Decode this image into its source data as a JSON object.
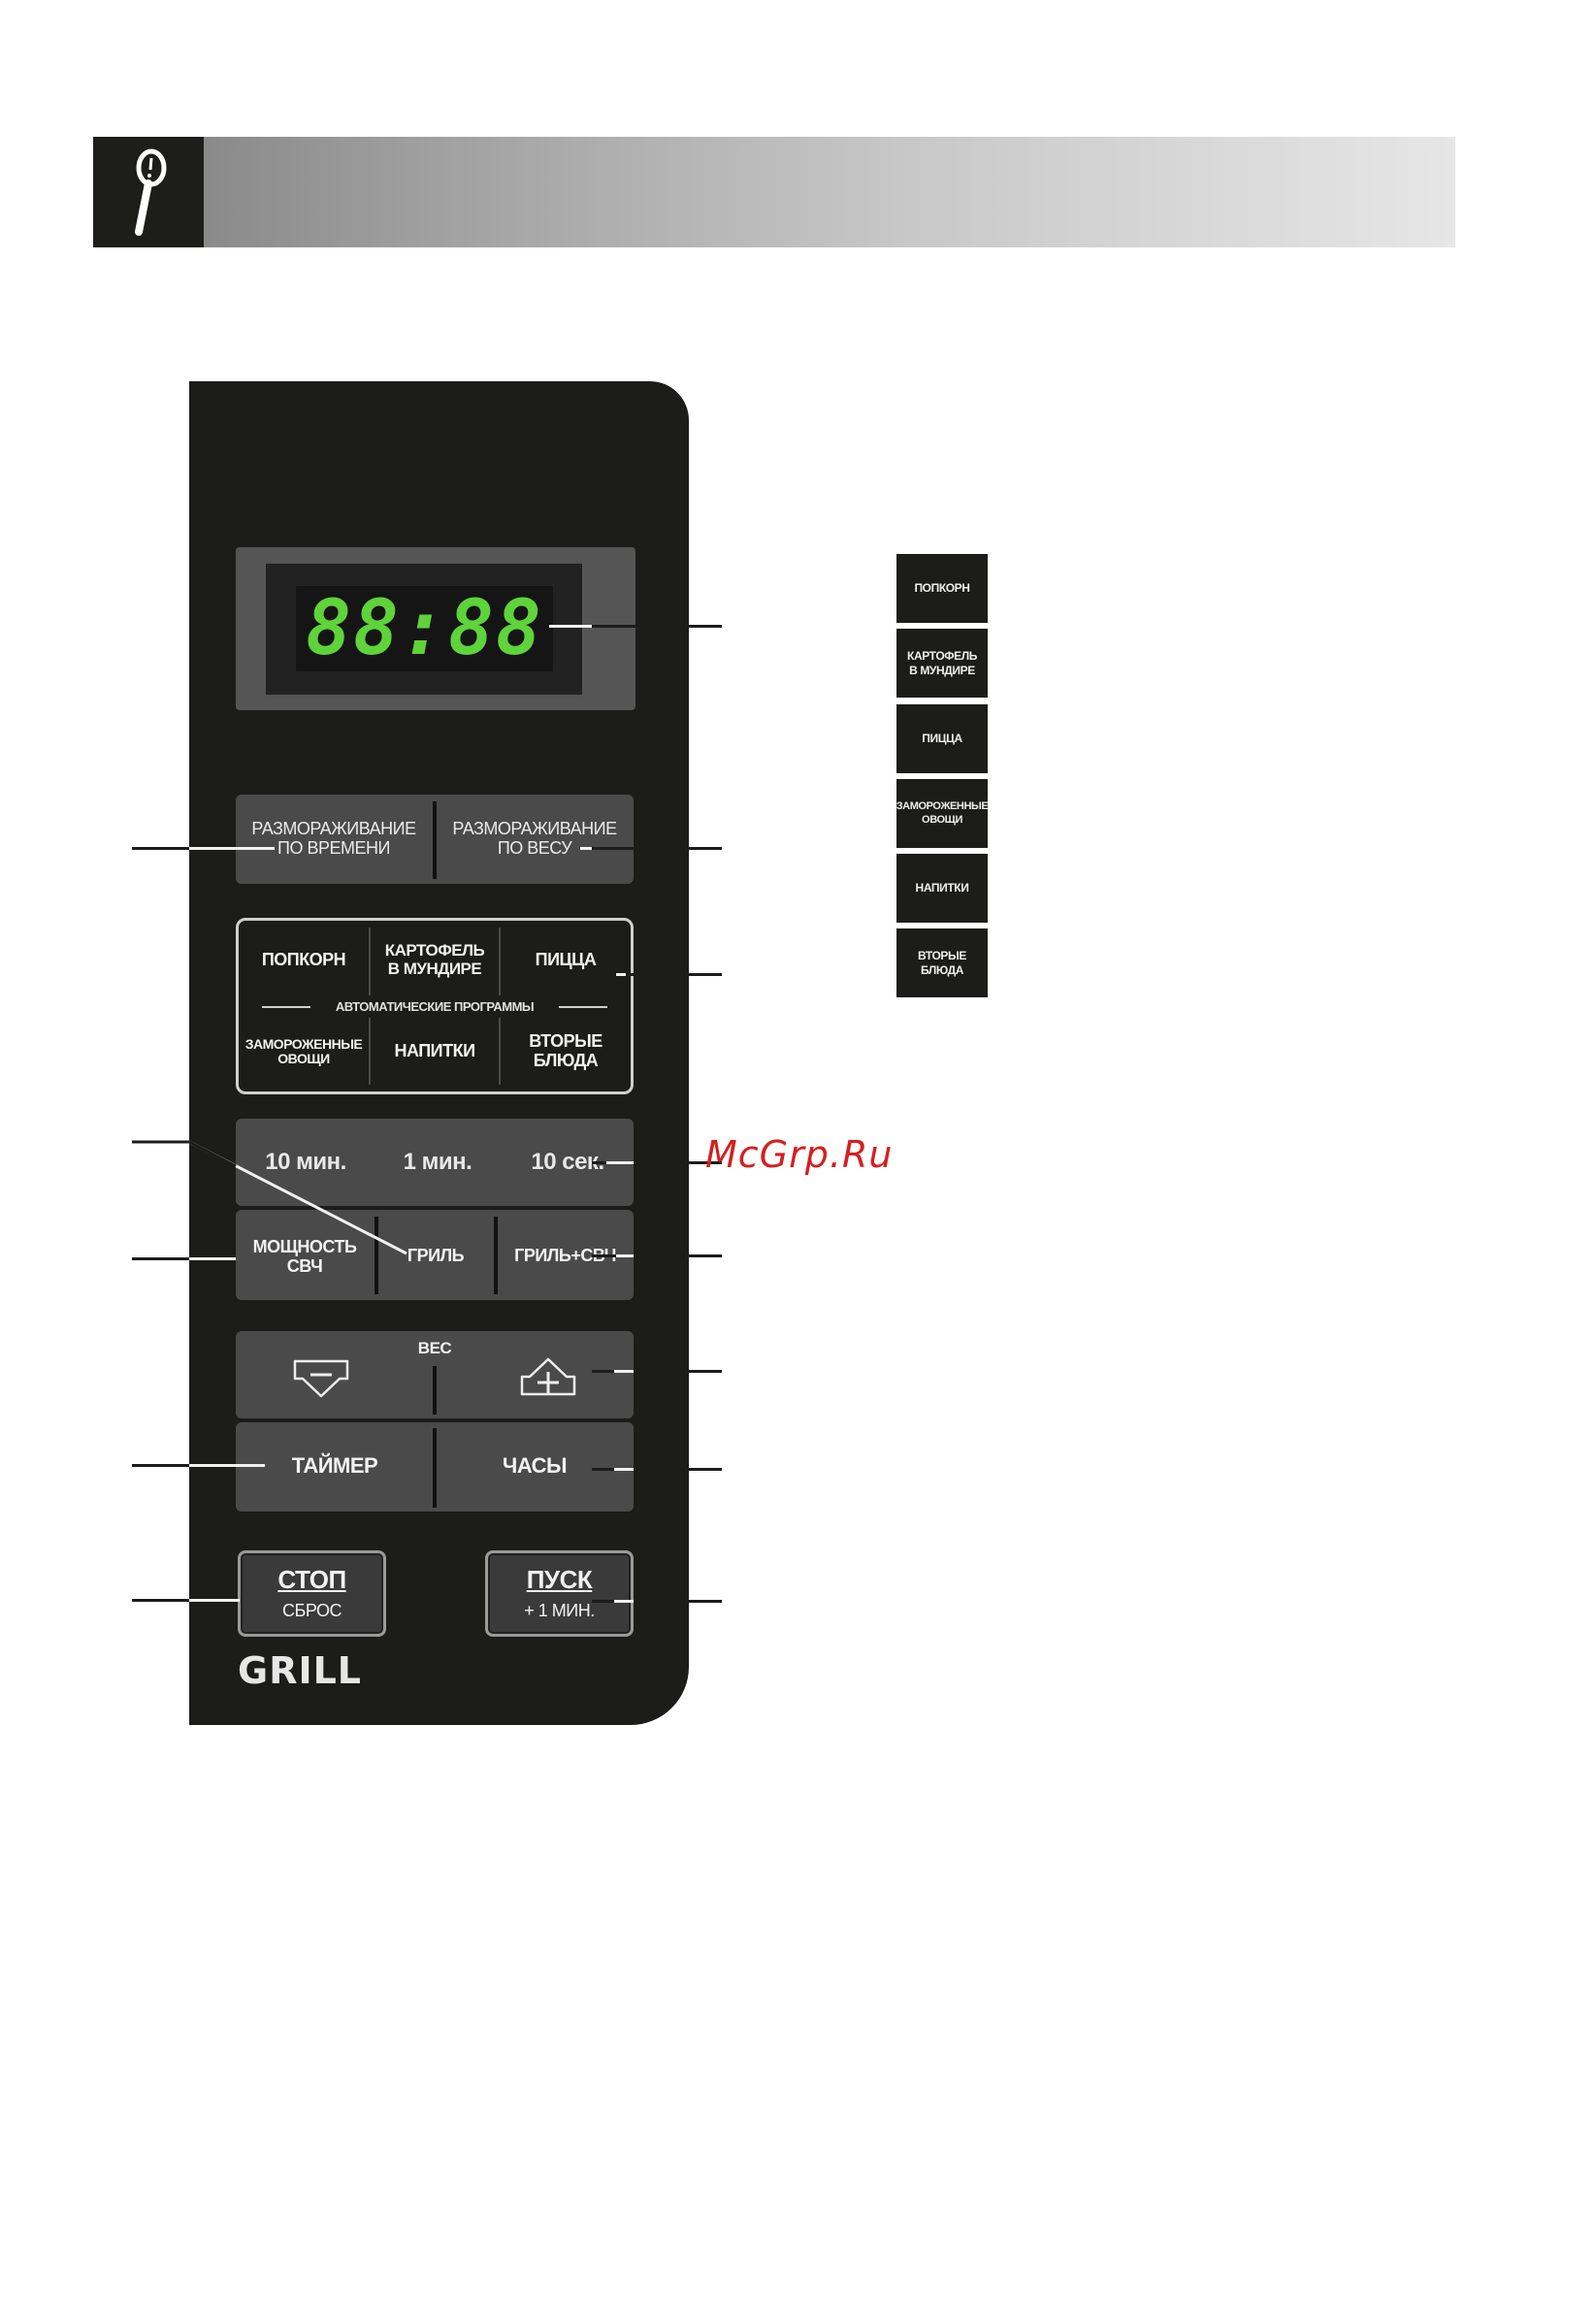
{
  "display": {
    "digits": "88:88"
  },
  "defrost": {
    "by_time": "РАЗМОРАЖИВАНИЕ\nПО ВРЕМЕНИ",
    "by_weight": "РАЗМОРАЖИВАНИЕ\nПО ВЕСУ"
  },
  "auto_programs": {
    "title": "АВТОМАТИЧЕСКИЕ ПРОГРАММЫ",
    "row1": [
      "ПОПКОРН",
      "КАРТОФЕЛЬ\nВ МУНДИРЕ",
      "ПИЦЦА"
    ],
    "row2": [
      "ЗАМОРОЖЕННЫЕ\nОВОЩИ",
      "НАПИТКИ",
      "ВТОРЫЕ\nБЛЮДА"
    ]
  },
  "time_buttons": [
    "10 мин.",
    "1 мин.",
    "10 сек."
  ],
  "mode_buttons": [
    "МОЩНОСТЬ\nСВЧ",
    "ГРИЛЬ",
    "ГРИЛЬ+СВЧ"
  ],
  "weight": {
    "label": "ВЕС"
  },
  "timer": "ТАЙМЕР",
  "clock": "ЧАСЫ",
  "stop": {
    "main": "СТОП",
    "sub": "СБРОС"
  },
  "start": {
    "main": "ПУСК",
    "sub": "+ 1 МИН."
  },
  "brand": "GRILL",
  "side_tiles": [
    "ПОПКОРН",
    "КАРТОФЕЛЬ\nВ МУНДИРЕ",
    "ПИЦЦА",
    "ЗАМОРОЖЕННЫЕ\nОВОЩИ",
    "НАПИТКИ",
    "ВТОРЫЕ\nБЛЮДА"
  ],
  "watermark": "McGrp.Ru",
  "colors": {
    "display_green": "#5fd33a",
    "panel": "#1c1c1b",
    "watermark": "#d42020"
  }
}
